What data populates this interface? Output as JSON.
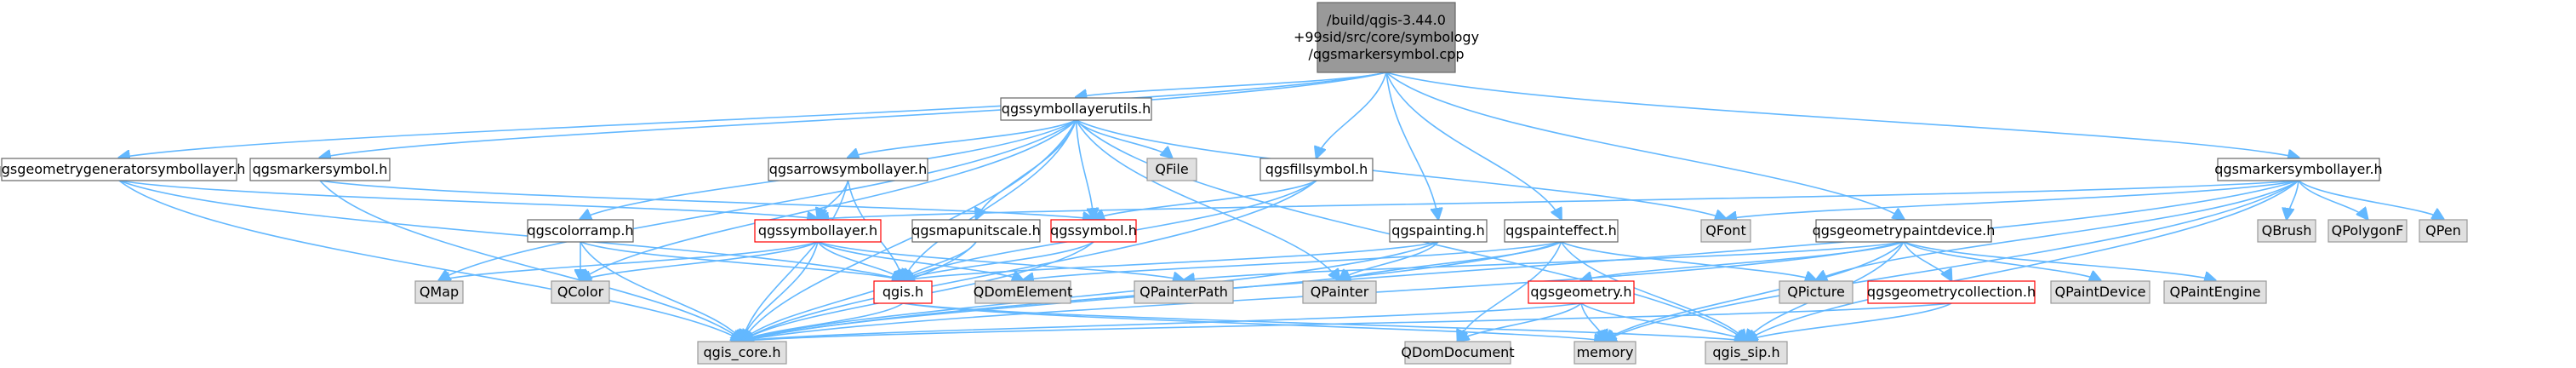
{
  "diagram": {
    "type": "include-dependency-graph",
    "nodes": [
      {
        "id": "root",
        "lines": [
          "/build/qgis-3.44.0",
          "+99sid/src/core/symbology",
          "/qgsmarkersymbol.cpp"
        ],
        "style": "root"
      },
      {
        "id": "qgsgeometrygeneratorsymbollayer_h",
        "lines": [
          "qgsgeometrygeneratorsymbollayer.h"
        ],
        "style": "normal"
      },
      {
        "id": "qgsmarkersymbol_h",
        "lines": [
          "qgsmarkersymbol.h"
        ],
        "style": "normal"
      },
      {
        "id": "qgssymbollayerutils_h",
        "lines": [
          "qgssymbollayerutils.h"
        ],
        "style": "normal"
      },
      {
        "id": "qgsfillsymbol_h",
        "lines": [
          "qgsfillsymbol.h"
        ],
        "style": "normal"
      },
      {
        "id": "qgsmarkersymbollayer_h",
        "lines": [
          "qgsmarkersymbollayer.h"
        ],
        "style": "normal"
      },
      {
        "id": "qgsarrowsymbollayer_h",
        "lines": [
          "qgsarrowsymbollayer.h"
        ],
        "style": "normal"
      },
      {
        "id": "QFile",
        "lines": [
          "QFile"
        ],
        "style": "system"
      },
      {
        "id": "qgscolorramp_h",
        "lines": [
          "qgscolorramp.h"
        ],
        "style": "normal"
      },
      {
        "id": "qgssymbollayer_h",
        "lines": [
          "qgssymbollayer.h"
        ],
        "style": "red"
      },
      {
        "id": "qgsmapunitscale_h",
        "lines": [
          "qgsmapunitscale.h"
        ],
        "style": "normal"
      },
      {
        "id": "qgssymbol_h",
        "lines": [
          "qgssymbol.h"
        ],
        "style": "red"
      },
      {
        "id": "qgspainting_h",
        "lines": [
          "qgspainting.h"
        ],
        "style": "normal"
      },
      {
        "id": "qgspainteffect_h",
        "lines": [
          "qgspainteffect.h"
        ],
        "style": "normal"
      },
      {
        "id": "QFont",
        "lines": [
          "QFont"
        ],
        "style": "system"
      },
      {
        "id": "qgsgeometrypaintdevice_h",
        "lines": [
          "qgsgeometrypaintdevice.h"
        ],
        "style": "normal"
      },
      {
        "id": "QBrush",
        "lines": [
          "QBrush"
        ],
        "style": "system"
      },
      {
        "id": "QPolygonF",
        "lines": [
          "QPolygonF"
        ],
        "style": "system"
      },
      {
        "id": "QPen",
        "lines": [
          "QPen"
        ],
        "style": "system"
      },
      {
        "id": "QMap",
        "lines": [
          "QMap"
        ],
        "style": "system"
      },
      {
        "id": "QColor",
        "lines": [
          "QColor"
        ],
        "style": "system"
      },
      {
        "id": "qgis_h",
        "lines": [
          "qgis.h"
        ],
        "style": "red"
      },
      {
        "id": "QDomElement",
        "lines": [
          "QDomElement"
        ],
        "style": "system"
      },
      {
        "id": "QPainterPath",
        "lines": [
          "QPainterPath"
        ],
        "style": "system"
      },
      {
        "id": "QPainter",
        "lines": [
          "QPainter"
        ],
        "style": "system"
      },
      {
        "id": "qgsgeometry_h",
        "lines": [
          "qgsgeometry.h"
        ],
        "style": "red"
      },
      {
        "id": "QPicture",
        "lines": [
          "QPicture"
        ],
        "style": "system"
      },
      {
        "id": "qgsgeometrycollection_h",
        "lines": [
          "qgsgeometrycollection.h"
        ],
        "style": "red"
      },
      {
        "id": "QPaintDevice",
        "lines": [
          "QPaintDevice"
        ],
        "style": "system"
      },
      {
        "id": "QPaintEngine",
        "lines": [
          "QPaintEngine"
        ],
        "style": "system"
      },
      {
        "id": "qgis_core_h",
        "lines": [
          "qgis_core.h"
        ],
        "style": "system"
      },
      {
        "id": "QDomDocument",
        "lines": [
          "QDomDocument"
        ],
        "style": "system"
      },
      {
        "id": "memory",
        "lines": [
          "memory"
        ],
        "style": "system"
      },
      {
        "id": "qgis_sip_h",
        "lines": [
          "qgis_sip.h"
        ],
        "style": "system"
      }
    ],
    "edges": [
      [
        "root",
        "qgsgeometrygeneratorsymbollayer_h"
      ],
      [
        "root",
        "qgsmarkersymbol_h"
      ],
      [
        "root",
        "qgssymbollayerutils_h"
      ],
      [
        "root",
        "qgsfillsymbol_h"
      ],
      [
        "root",
        "qgspainting_h"
      ],
      [
        "root",
        "qgspainteffect_h"
      ],
      [
        "root",
        "qgsgeometrypaintdevice_h"
      ],
      [
        "root",
        "qgsmarkersymbollayer_h"
      ],
      [
        "qgsgeometrygeneratorsymbollayer_h",
        "qgssymbollayer_h"
      ],
      [
        "qgsgeometrygeneratorsymbollayer_h",
        "qgis_core_h"
      ],
      [
        "qgsgeometrygeneratorsymbollayer_h",
        "qgis_h"
      ],
      [
        "qgsmarkersymbol_h",
        "qgis_core_h"
      ],
      [
        "qgsmarkersymbol_h",
        "qgssymbol_h"
      ],
      [
        "qgssymbollayerutils_h",
        "qgis_core_h"
      ],
      [
        "qgssymbollayerutils_h",
        "QMap"
      ],
      [
        "qgssymbollayerutils_h",
        "QColor"
      ],
      [
        "qgssymbollayerutils_h",
        "qgscolorramp_h"
      ],
      [
        "qgssymbollayerutils_h",
        "qgsarrowsymbollayer_h"
      ],
      [
        "qgssymbollayerutils_h",
        "QFile"
      ],
      [
        "qgssymbollayerutils_h",
        "qgssymbol_h"
      ],
      [
        "qgssymbollayerutils_h",
        "qgsmapunitscale_h"
      ],
      [
        "qgssymbollayerutils_h",
        "qgis_h"
      ],
      [
        "qgssymbollayerutils_h",
        "QPainter"
      ],
      [
        "qgssymbollayerutils_h",
        "QFont"
      ],
      [
        "qgssymbollayerutils_h",
        "qgis_sip_h"
      ],
      [
        "qgsarrowsymbollayer_h",
        "qgssymbollayer_h"
      ],
      [
        "qgsarrowsymbollayer_h",
        "qgis_core_h"
      ],
      [
        "qgsarrowsymbollayer_h",
        "qgis_h"
      ],
      [
        "qgscolorramp_h",
        "qgis_core_h"
      ],
      [
        "qgscolorramp_h",
        "QColor"
      ],
      [
        "qgscolorramp_h",
        "qgis_h"
      ],
      [
        "qgssymbollayer_h",
        "qgis_core_h"
      ],
      [
        "qgssymbollayer_h",
        "qgis_h"
      ],
      [
        "qgssymbollayer_h",
        "QMap"
      ],
      [
        "qgssymbollayer_h",
        "QColor"
      ],
      [
        "qgssymbollayer_h",
        "QDomElement"
      ],
      [
        "qgssymbollayer_h",
        "QPainterPath"
      ],
      [
        "qgsmapunitscale_h",
        "qgis_core_h"
      ],
      [
        "qgsmapunitscale_h",
        "qgis_h"
      ],
      [
        "qgssymbol_h",
        "qgis_core_h"
      ],
      [
        "qgssymbol_h",
        "qgis_h"
      ],
      [
        "qgsfillsymbol_h",
        "qgis_core_h"
      ],
      [
        "qgsfillsymbol_h",
        "qgssymbol_h"
      ],
      [
        "qgsfillsymbol_h",
        "qgis_h"
      ],
      [
        "qgspainting_h",
        "QPainter"
      ],
      [
        "qgspainting_h",
        "qgis_core_h"
      ],
      [
        "qgspainting_h",
        "qgis_h"
      ],
      [
        "qgspainteffect_h",
        "qgis_core_h"
      ],
      [
        "qgspainteffect_h",
        "qgis_sip_h"
      ],
      [
        "qgspainteffect_h",
        "QPainter"
      ],
      [
        "qgspainteffect_h",
        "QDomDocument"
      ],
      [
        "qgspainteffect_h",
        "QDomElement"
      ],
      [
        "qgspainteffect_h",
        "QPicture"
      ],
      [
        "qgsgeometrypaintdevice_h",
        "qgis_core_h"
      ],
      [
        "qgsgeometrypaintdevice_h",
        "qgis_sip_h"
      ],
      [
        "qgsgeometrypaintdevice_h",
        "qgsgeometrycollection_h"
      ],
      [
        "qgsgeometrypaintdevice_h",
        "QPainterPath"
      ],
      [
        "qgsgeometrypaintdevice_h",
        "QPaintDevice"
      ],
      [
        "qgsgeometrypaintdevice_h",
        "QPaintEngine"
      ],
      [
        "qgsgeometrypaintdevice_h",
        "memory"
      ],
      [
        "qgsgeometrypaintdevice_h",
        "qgsgeometry_h"
      ],
      [
        "qgsmarkersymbollayer_h",
        "qgis_core_h"
      ],
      [
        "qgsmarkersymbollayer_h",
        "qgis_sip_h"
      ],
      [
        "qgsmarkersymbollayer_h",
        "qgssymbollayer_h"
      ],
      [
        "qgsmarkersymbollayer_h",
        "QPen"
      ],
      [
        "qgsmarkersymbollayer_h",
        "QBrush"
      ],
      [
        "qgsmarkersymbollayer_h",
        "QPicture"
      ],
      [
        "qgsmarkersymbollayer_h",
        "QPolygonF"
      ],
      [
        "qgsmarkersymbollayer_h",
        "QFont"
      ],
      [
        "qgsmarkersymbollayer_h",
        "memory"
      ],
      [
        "qgis_h",
        "qgis_core_h"
      ],
      [
        "qgis_h",
        "qgis_sip_h"
      ],
      [
        "qgis_h",
        "memory"
      ],
      [
        "qgsgeometry_h",
        "qgis_core_h"
      ],
      [
        "qgsgeometry_h",
        "QDomDocument"
      ],
      [
        "qgsgeometry_h",
        "qgis_sip_h"
      ],
      [
        "qgsgeometry_h",
        "memory"
      ],
      [
        "qgsgeometrycollection_h",
        "qgis_core_h"
      ],
      [
        "qgsgeometrycollection_h",
        "qgis_sip_h"
      ]
    ]
  },
  "colors": {
    "edge": "#63b8ff",
    "root_fill": "#999999",
    "root_border": "#666666",
    "normal_fill": "#ffffff",
    "normal_border": "#666666",
    "red_fill": "#ffffff",
    "red_border": "#ff0000",
    "system_fill": "#e0e0e0",
    "system_border": "#999999"
  }
}
